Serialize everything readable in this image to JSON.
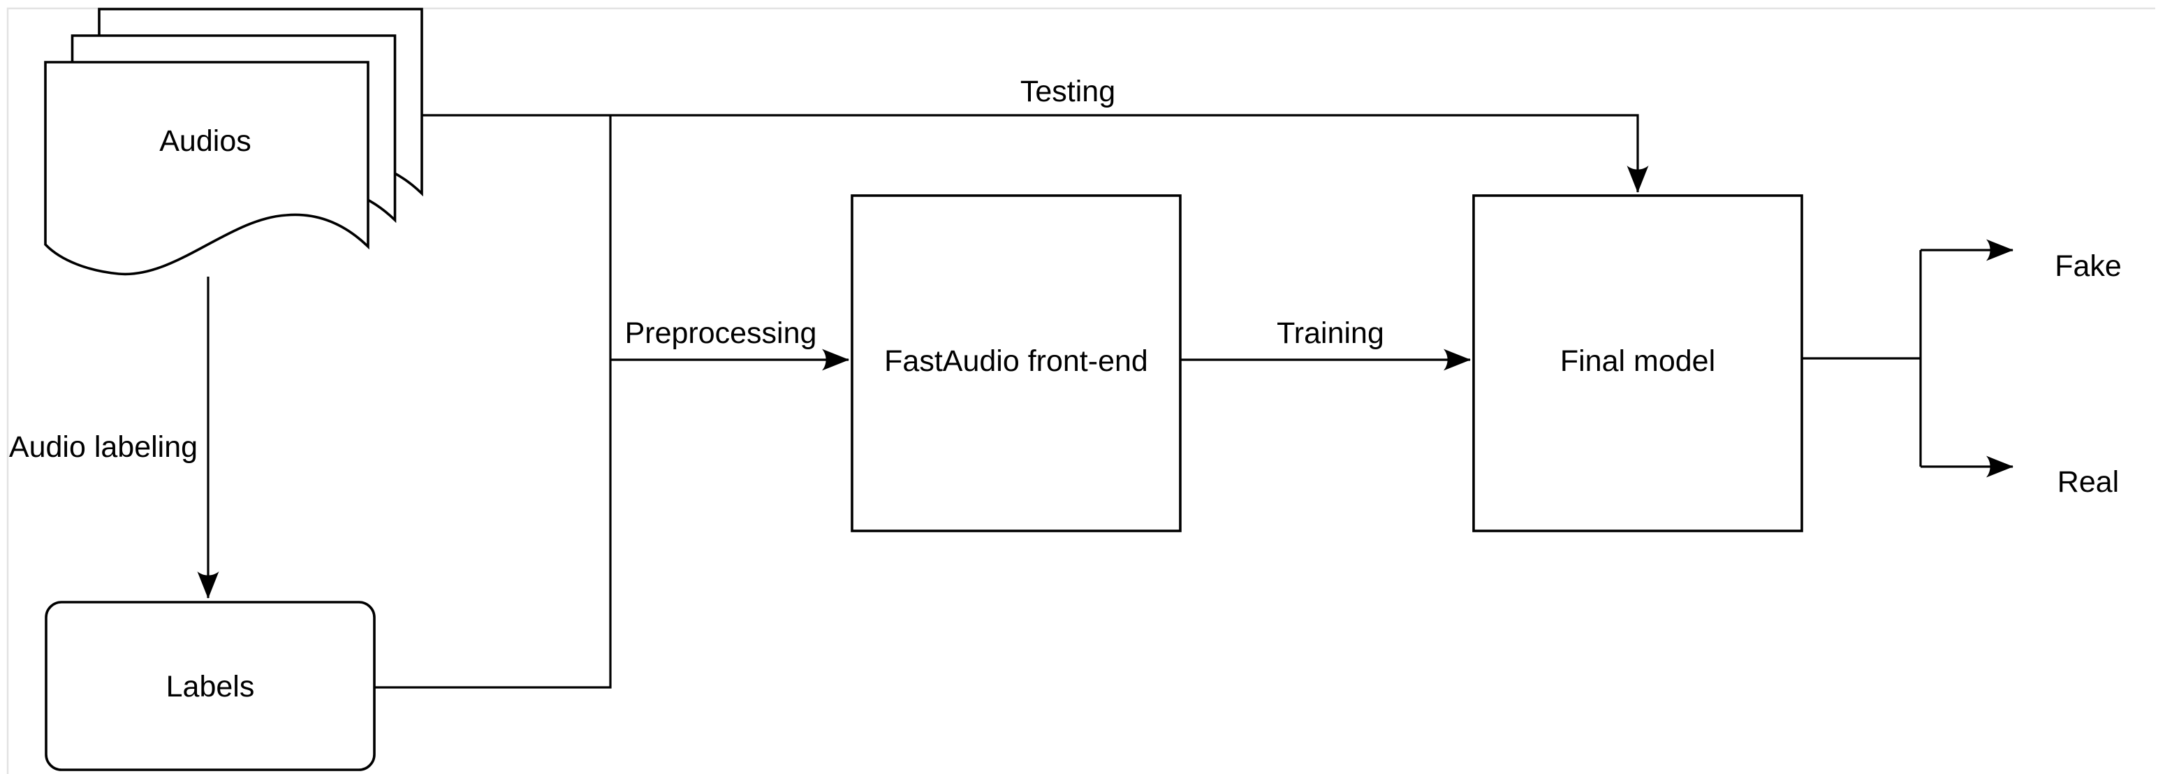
{
  "diagram": {
    "nodes": {
      "audios": {
        "label": "Audios",
        "shape": "multi-document"
      },
      "labels": {
        "label": "Labels",
        "shape": "rounded-rectangle"
      },
      "fastaudio": {
        "label": "FastAudio front-end",
        "shape": "rectangle"
      },
      "final_model": {
        "label": "Final model",
        "shape": "rectangle"
      }
    },
    "edges": {
      "audio_labeling": {
        "label": "Audio labeling",
        "from": "Audios",
        "to": "Labels"
      },
      "preprocessing": {
        "label": "Preprocessing",
        "from": "Audios, Labels",
        "to": "FastAudio front-end"
      },
      "training": {
        "label": "Training",
        "from": "FastAudio front-end",
        "to": "Final model"
      },
      "testing": {
        "label": "Testing",
        "from": "Audios",
        "to": "Final model"
      }
    },
    "outputs": {
      "fake": {
        "label": "Fake"
      },
      "real": {
        "label": "Real"
      }
    },
    "colors": {
      "stroke": "#000000",
      "shape_fill": "#ffffff",
      "background": "#ffffff",
      "frame": "#e2e2e2"
    }
  }
}
